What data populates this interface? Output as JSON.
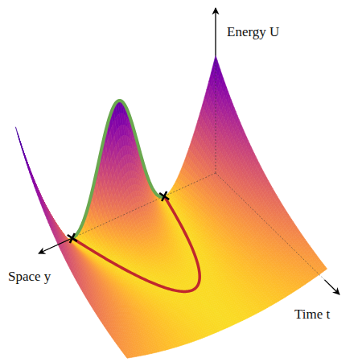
{
  "diagram": {
    "labels": [
      "Energy U",
      "Space y",
      "Time t"
    ]
  }
}
